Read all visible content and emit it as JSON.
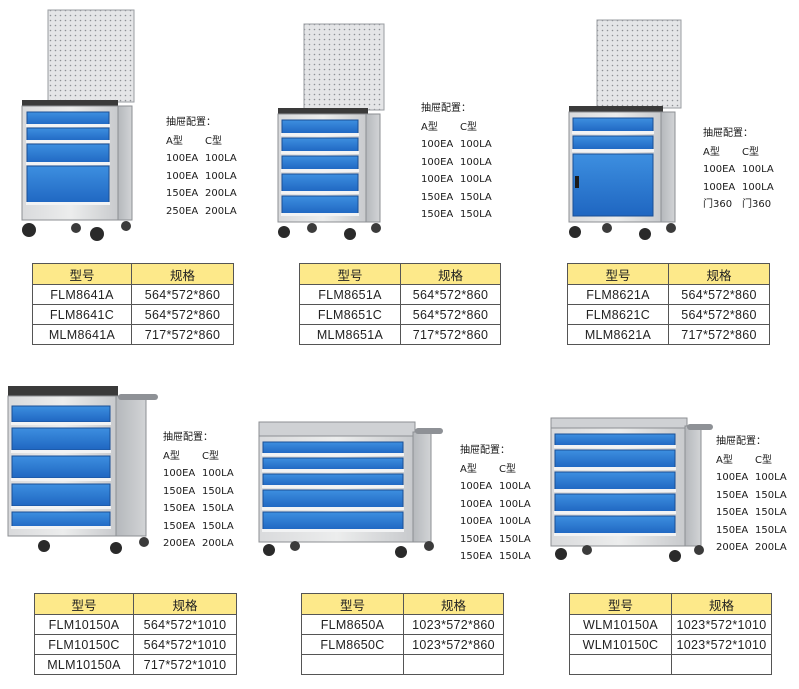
{
  "header": {
    "col_model": "型号",
    "col_spec": "规格",
    "config_title": "抽屉配置：",
    "type_a": "A型",
    "type_c": "C型"
  },
  "products": [
    {
      "config": [
        [
          "100EA",
          "100LA"
        ],
        [
          "100EA",
          "100LA"
        ],
        [
          "150EA",
          "200LA"
        ],
        [
          "250EA",
          "200LA"
        ]
      ],
      "rows": [
        [
          "FLM8641A",
          "564*572*860"
        ],
        [
          "FLM8641C",
          "564*572*860"
        ],
        [
          "MLM8641A",
          "717*572*860"
        ]
      ]
    },
    {
      "config": [
        [
          "100EA",
          "100LA"
        ],
        [
          "100EA",
          "100LA"
        ],
        [
          "100EA",
          "100LA"
        ],
        [
          "150EA",
          "150LA"
        ],
        [
          "150EA",
          "150LA"
        ]
      ],
      "rows": [
        [
          "FLM8651A",
          "564*572*860"
        ],
        [
          "FLM8651C",
          "564*572*860"
        ],
        [
          "MLM8651A",
          "717*572*860"
        ]
      ]
    },
    {
      "config": [
        [
          "100EA",
          "100LA"
        ],
        [
          "100EA",
          "100LA"
        ],
        [
          "门360",
          "门360"
        ]
      ],
      "rows": [
        [
          "FLM8621A",
          "564*572*860"
        ],
        [
          "FLM8621C",
          "564*572*860"
        ],
        [
          "MLM8621A",
          "717*572*860"
        ]
      ]
    },
    {
      "config": [
        [
          "100EA",
          "100LA"
        ],
        [
          "150EA",
          "150LA"
        ],
        [
          "150EA",
          "150LA"
        ],
        [
          "150EA",
          "150LA"
        ],
        [
          "200EA",
          "200LA"
        ]
      ],
      "rows": [
        [
          "FLM10150A",
          "564*572*1010"
        ],
        [
          "FLM10150C",
          "564*572*1010"
        ],
        [
          "MLM10150A",
          "717*572*1010"
        ]
      ]
    },
    {
      "config": [
        [
          "100EA",
          "100LA"
        ],
        [
          "100EA",
          "100LA"
        ],
        [
          "100EA",
          "100LA"
        ],
        [
          "150EA",
          "150LA"
        ],
        [
          "150EA",
          "150LA"
        ]
      ],
      "rows": [
        [
          "FLM8650A",
          "1023*572*860"
        ],
        [
          "FLM8650C",
          "1023*572*860"
        ],
        [
          "",
          ""
        ]
      ]
    },
    {
      "config": [
        [
          "100EA",
          "100LA"
        ],
        [
          "150EA",
          "150LA"
        ],
        [
          "150EA",
          "150LA"
        ],
        [
          "150EA",
          "150LA"
        ],
        [
          "200EA",
          "200LA"
        ]
      ],
      "rows": [
        [
          "WLM10150A",
          "1023*572*1010"
        ],
        [
          "WLM10150C",
          "1023*572*1010"
        ],
        [
          "",
          ""
        ]
      ]
    }
  ]
}
